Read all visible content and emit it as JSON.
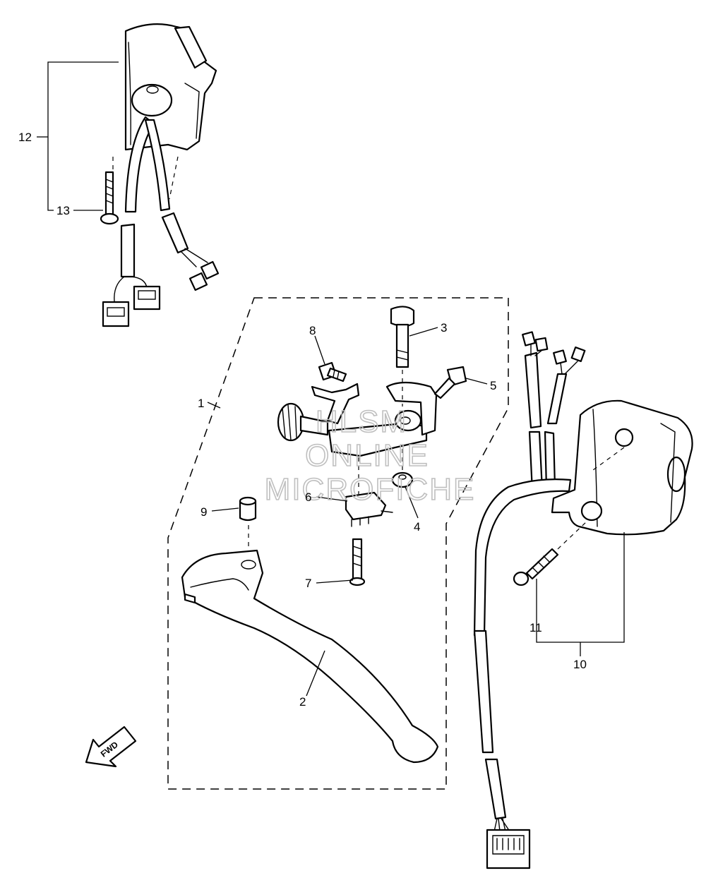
{
  "watermark": {
    "line1": "HLSM",
    "line2": "ONLINE",
    "line3": "MICROFICHE"
  },
  "direction_arrow": {
    "label": "FWD"
  },
  "callouts": [
    "1",
    "2",
    "3",
    "4",
    "5",
    "6",
    "7",
    "8",
    "9",
    "10",
    "11",
    "12",
    "13"
  ]
}
